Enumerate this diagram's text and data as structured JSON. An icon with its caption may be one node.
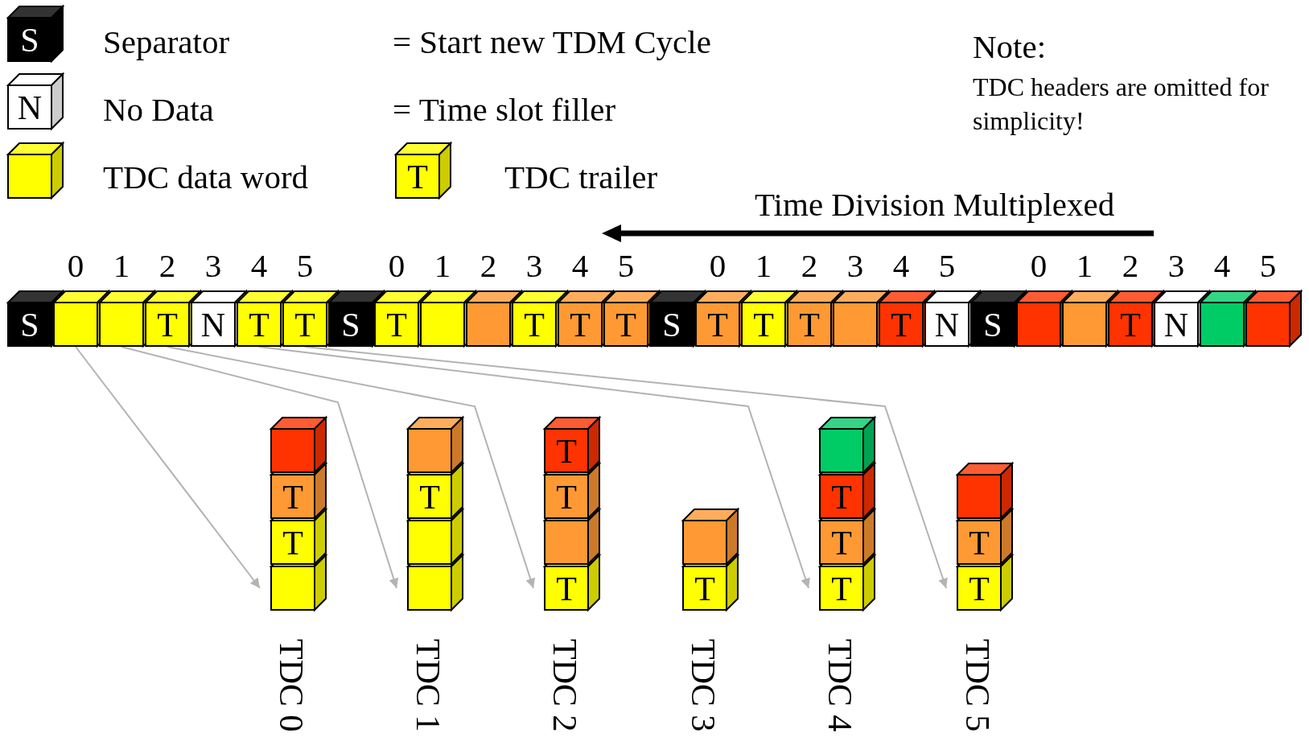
{
  "diagram": {
    "nodes": [
      {
        "text": [
          "S"
        ],
        "beside": [
          "Separator"
        ]
      },
      {
        "text": [
          "N"
        ],
        "beside": [
          "No Data"
        ]
      },
      {
        "text": [],
        "shape": "box",
        "beside": [
          "TDC data word"
        ]
      },
      {
        "text": [
          "T"
        ],
        "beside": [
          "TDC trailer"
        ]
      },
      {
        "text": [
          "S"
        ]
      },
      {
        "text": [],
        "shape": "box"
      },
      {
        "text": [],
        "shape": "box"
      },
      {
        "text": [
          "T"
        ]
      },
      {
        "text": [
          "N"
        ]
      },
      {
        "text": [
          "T"
        ]
      },
      {
        "text": [
          "T"
        ]
      },
      {
        "text": [
          "S"
        ]
      },
      {
        "text": [
          "T"
        ]
      },
      {
        "text": [],
        "shape": "box"
      },
      {
        "text": [],
        "shape": "box"
      },
      {
        "text": [
          "T"
        ]
      },
      {
        "text": [
          "T"
        ]
      },
      {
        "text": [
          "T"
        ]
      },
      {
        "text": [
          "S"
        ]
      },
      {
        "text": [
          "T"
        ]
      },
      {
        "text": [
          "T"
        ]
      },
      {
        "text": [
          "T"
        ]
      },
      {
        "text": [],
        "shape": "box"
      },
      {
        "text": [
          "T"
        ]
      },
      {
        "text": [
          "N"
        ]
      },
      {
        "text": [
          "S"
        ]
      },
      {
        "text": [],
        "shape": "box"
      },
      {
        "text": [],
        "shape": "box"
      },
      {
        "text": [
          "T"
        ]
      },
      {
        "text": [
          "N"
        ]
      },
      {
        "text": [],
        "shape": "box"
      },
      {
        "text": [],
        "shape": "box"
      },
      {
        "text": [],
        "shape": "box"
      },
      {
        "text": [
          "T"
        ]
      },
      {
        "text": [
          "T"
        ]
      },
      {
        "text": [],
        "shape": "box",
        "beside": [
          "TDC 0"
        ]
      },
      {
        "text": [],
        "shape": "box"
      },
      {
        "text": [
          "T"
        ]
      },
      {
        "text": [],
        "shape": "box"
      },
      {
        "text": [],
        "shape": "box",
        "beside": [
          "TDC 1"
        ]
      },
      {
        "text": [
          "T"
        ]
      },
      {
        "text": [
          "T"
        ]
      },
      {
        "text": [],
        "shape": "box"
      },
      {
        "text": [
          "T"
        ],
        "beside": [
          "TDC 2"
        ]
      },
      {
        "text": [],
        "shape": "box"
      },
      {
        "text": [
          "T"
        ],
        "beside": [
          "TDC 3"
        ]
      },
      {
        "text": [],
        "shape": "box"
      },
      {
        "text": [
          "T"
        ]
      },
      {
        "text": [
          "T"
        ]
      },
      {
        "text": [
          "T"
        ],
        "beside": [
          "TDC 4"
        ]
      },
      {
        "text": [],
        "shape": "box"
      },
      {
        "text": [
          "T"
        ]
      },
      {
        "text": [
          "T"
        ],
        "beside": [
          "TDC 5"
        ]
      }
    ],
    "edges": [
      {
        "from": 5,
        "to": 35,
        "arrow": "to"
      },
      {
        "from": 6,
        "to": 39,
        "arrow": "to"
      },
      {
        "from": 7,
        "to": 43,
        "arrow": "to"
      },
      {
        "from": 9,
        "to": 49,
        "arrow": "to"
      },
      {
        "from": 10,
        "to": 52,
        "arrow": "to"
      }
    ],
    "labels": [
      "= Start new TDM Cycle",
      "= Time slot filler",
      "Note:",
      "TDC headers are omitted for simplicity!",
      "Time Division Multiplexed",
      "0",
      "1",
      "2",
      "3",
      "4",
      "5",
      "0",
      "1",
      "2",
      "3",
      "4",
      "5",
      "0",
      "1",
      "2",
      "3",
      "4",
      "5",
      "0",
      "1",
      "2",
      "3",
      "4",
      "5"
    ]
  }
}
